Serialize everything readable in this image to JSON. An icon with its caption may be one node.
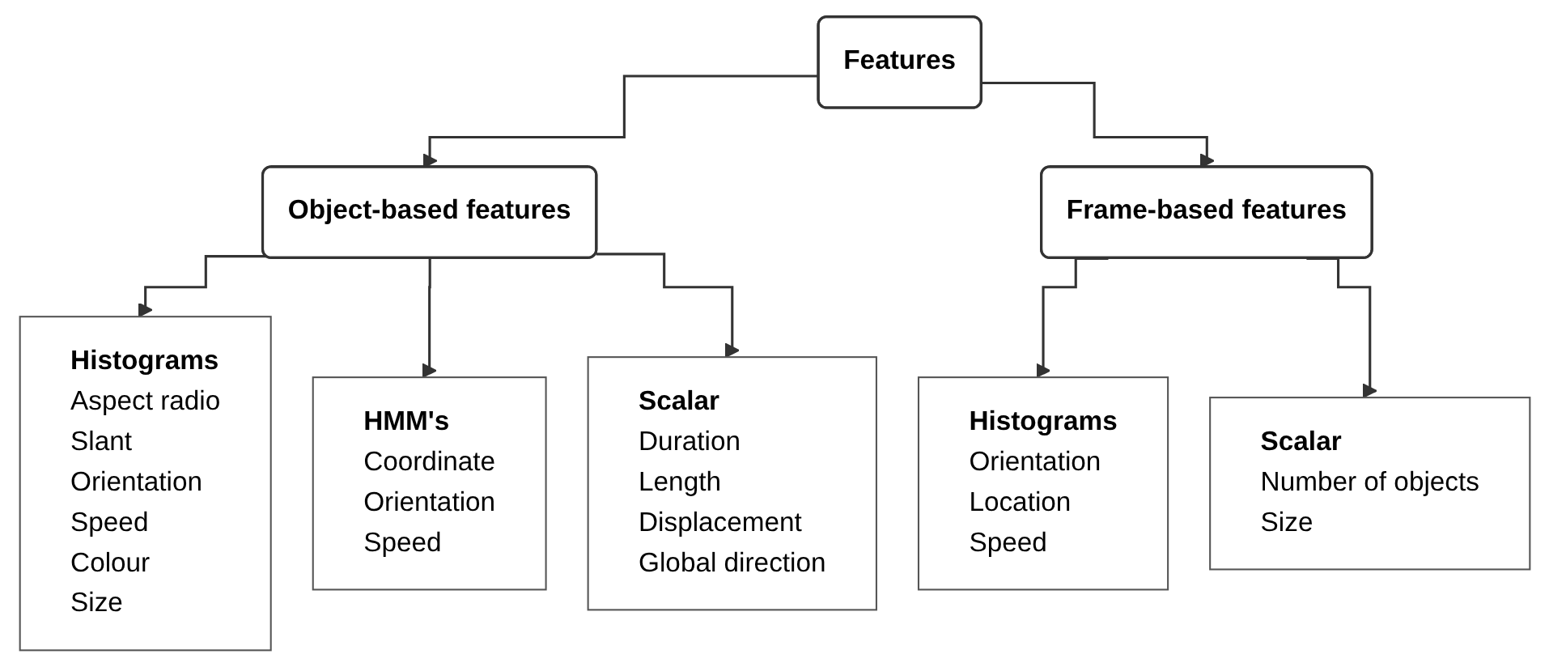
{
  "diagram": {
    "nodes": [
      {
        "text": [
          "Features"
        ]
      },
      {
        "text": [
          "Object-based features"
        ]
      },
      {
        "text": [
          "Frame-based features"
        ]
      },
      {
        "text": [
          "Histograms",
          "Aspect radio",
          "Slant",
          "Orientation",
          "Speed",
          "Colour",
          "Size"
        ]
      },
      {
        "text": [
          "HMM's",
          "Coordinate",
          "Orientation",
          "Speed"
        ]
      },
      {
        "text": [
          "Scalar",
          "Duration",
          "Length",
          "Displacement",
          "Global direction"
        ]
      },
      {
        "text": [
          "Histograms",
          "Orientation",
          "Location",
          "Speed"
        ]
      },
      {
        "text": [
          "Scalar",
          "Number of objects",
          "Size"
        ]
      }
    ],
    "edges": [
      {
        "from": 0,
        "to": 1,
        "arrow": "to"
      },
      {
        "from": 0,
        "to": 2,
        "arrow": "to"
      },
      {
        "from": 1,
        "to": 3,
        "arrow": "to"
      },
      {
        "from": 1,
        "to": 4,
        "arrow": "to"
      },
      {
        "from": 1,
        "to": 5,
        "arrow": "to"
      },
      {
        "from": 2,
        "to": 6,
        "arrow": "to"
      },
      {
        "from": 2,
        "to": 7,
        "arrow": "to"
      }
    ]
  }
}
